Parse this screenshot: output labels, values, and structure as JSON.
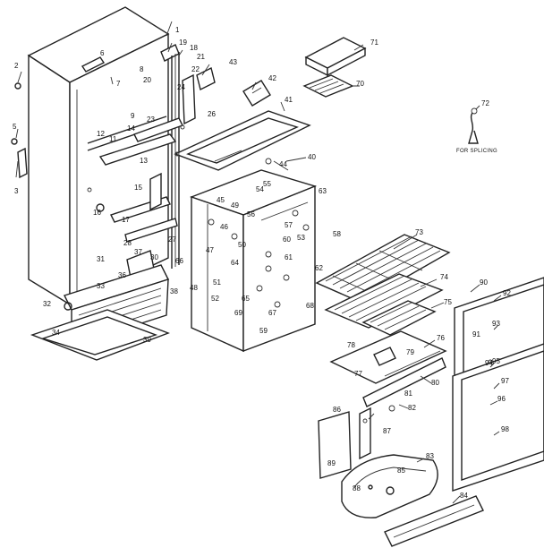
{
  "diagram": {
    "note": "FOR SPLICING",
    "part_labels": [
      "1",
      "2",
      "3",
      "5",
      "6",
      "7",
      "8",
      "9",
      "11",
      "12",
      "13",
      "14",
      "15",
      "16",
      "17",
      "18",
      "19",
      "20",
      "21",
      "22",
      "23",
      "24",
      "26",
      "27",
      "28",
      "30",
      "31",
      "32",
      "33",
      "34",
      "36",
      "37",
      "38",
      "39",
      "40",
      "41",
      "42",
      "43",
      "44",
      "45",
      "46",
      "47",
      "48",
      "49",
      "50",
      "51",
      "52",
      "53",
      "54",
      "55",
      "56",
      "57",
      "58",
      "59",
      "60",
      "61",
      "62",
      "63",
      "64",
      "65",
      "66",
      "67",
      "68",
      "69",
      "70",
      "71",
      "72",
      "73",
      "74",
      "75",
      "76",
      "77",
      "78",
      "79",
      "80",
      "81",
      "82",
      "83",
      "84",
      "85",
      "86",
      "87",
      "88",
      "89",
      "90",
      "91",
      "92",
      "93",
      "94",
      "95",
      "96",
      "97",
      "98"
    ]
  }
}
